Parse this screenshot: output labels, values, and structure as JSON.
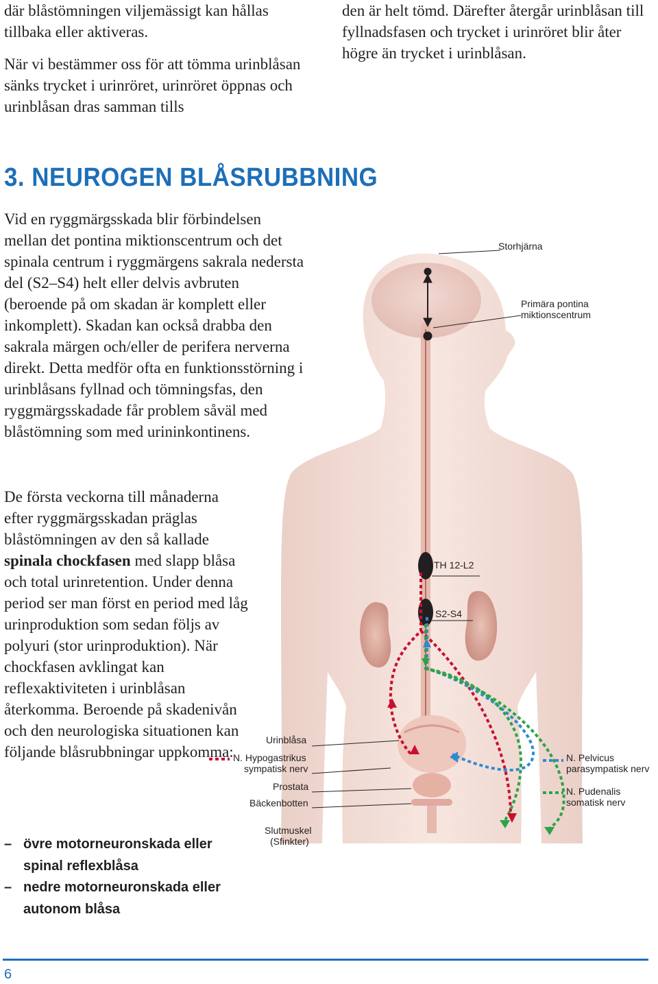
{
  "top_left_paragraphs": [
    "där blåstömningen viljemässigt kan hållas tillbaka eller aktiveras.",
    "När vi bestämmer oss för att tömma urinblåsan sänks trycket i urinröret, urinröret öppnas och urinblåsan dras samman tills"
  ],
  "top_right_paragraph": "den är helt tömd. Därefter återgår urinblåsan till fyllnadsfasen och trycket i urinröret blir åter högre än trycket i urinblåsan.",
  "section_heading": "3. NEUROGEN BLÅSRUBBNING",
  "intro_paragraph": "Vid en ryggmärgsskada blir förbindelsen mellan det pontina miktionscentrum och det spinala centrum i ryggmärgens sakrala nedersta del (S2–S4) helt eller delvis avbruten (beroende på om skadan är komplett eller inkomplett). Skadan kan också drabba den sakrala märgen och/eller de perifera nerverna direkt. Detta medför ofta en funktionsstörning i urinblåsans fyllnad och tömningsfas, den ryggmärgsskadade får problem såväl med blåstömning som med urininkontinens.",
  "second_paragraph": {
    "before_bold": "De första veckorna till månaderna efter ryggmärgsskadan präglas blåstömningen av den så kallade ",
    "bold": "spinala chockfasen",
    "after_bold": " med slapp blåsa och total urinretention. Under denna period ser man först en period med låg urinproduktion som sedan följs av polyuri (stor urinproduktion). När chockfasen avklingat kan reflexaktiviteten i urinblåsan återkomma. Beroende på skadenivån och den neurologiska situationen kan följande blåsrubbningar uppkomma:"
  },
  "bullets": [
    "övre motorneuronskada eller spinal reflexblåsa",
    "nedre motorneuronskada eller autonom blåsa"
  ],
  "bullet_marker": "–",
  "figure": {
    "labels": {
      "storhjarna": "Storhjärna",
      "pontina_1": "Primära pontina",
      "pontina_2": "miktionscentrum",
      "th": "TH 12-L2",
      "s2s4": "S2-S4",
      "urinblasa": "Urinblåsa",
      "hypogastrikus_1": "N. Hypogastrikus",
      "hypogastrikus_2": "sympatisk nerv",
      "prostata": "Prostata",
      "backenbotten": "Bäckenbotten",
      "slutmuskel_1": "Slutmuskel",
      "slutmuskel_2": "(Sfinkter)",
      "pelvicus_1": "N. Pelvicus",
      "pelvicus_2": "parasympatisk nerv",
      "pudenalis_1": "N. Pudenalis",
      "pudenalis_2": "somatisk nerv"
    },
    "colors": {
      "sympathetic": "#c8102e",
      "parasympathetic": "#2e8bd0",
      "somatic": "#2fa24a",
      "body": "#f3ddd6",
      "organ": "#e3a79a"
    }
  },
  "page_number": "6",
  "accent_color": "#1d6fb8"
}
